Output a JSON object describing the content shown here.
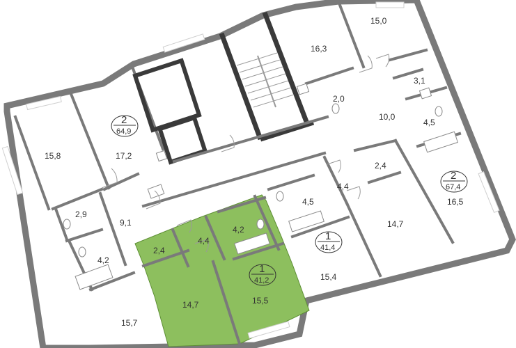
{
  "colors": {
    "highlight_fill": "#8dbf5e",
    "highlight_stroke": "#5e8f36",
    "wall": "#7a7a7a",
    "dark_wall": "#3a3a3a",
    "text": "#333333"
  },
  "rooms": [
    {
      "key": "r_15_0",
      "label": "15,0"
    },
    {
      "key": "r_16_3",
      "label": "16,3"
    },
    {
      "key": "r_3_1",
      "label": "3,1"
    },
    {
      "key": "r_2_0",
      "label": "2,0"
    },
    {
      "key": "r_10_0",
      "label": "10,0"
    },
    {
      "key": "r_4_5a",
      "label": "4,5"
    },
    {
      "key": "r_15_8",
      "label": "15,8"
    },
    {
      "key": "r_17_2",
      "label": "17,2"
    },
    {
      "key": "r_2_4a",
      "label": "2,4"
    },
    {
      "key": "r_4_4a",
      "label": "4,4"
    },
    {
      "key": "r_4_5b",
      "label": "4,5"
    },
    {
      "key": "r_16_5",
      "label": "16,5"
    },
    {
      "key": "r_2_9",
      "label": "2,9"
    },
    {
      "key": "r_9_1",
      "label": "9,1"
    },
    {
      "key": "r_14_7a",
      "label": "14,7"
    },
    {
      "key": "r_4_2a",
      "label": "4,2"
    },
    {
      "key": "r_4_2b",
      "label": "4,2"
    },
    {
      "key": "r_2_4b",
      "label": "2,4"
    },
    {
      "key": "r_4_4b",
      "label": "4,4"
    },
    {
      "key": "r_15_4",
      "label": "15,4"
    },
    {
      "key": "r_14_7b",
      "label": "14,7"
    },
    {
      "key": "r_15_5",
      "label": "15,5"
    },
    {
      "key": "r_15_7",
      "label": "15,7"
    }
  ],
  "apartments": [
    {
      "key": "apt_a",
      "rooms": "2",
      "area": "64,9"
    },
    {
      "key": "apt_b",
      "rooms": "2",
      "area": "67,4"
    },
    {
      "key": "apt_c",
      "rooms": "1",
      "area": "41,4"
    },
    {
      "key": "apt_d",
      "rooms": "1",
      "area": "41,2",
      "highlighted": true
    }
  ]
}
